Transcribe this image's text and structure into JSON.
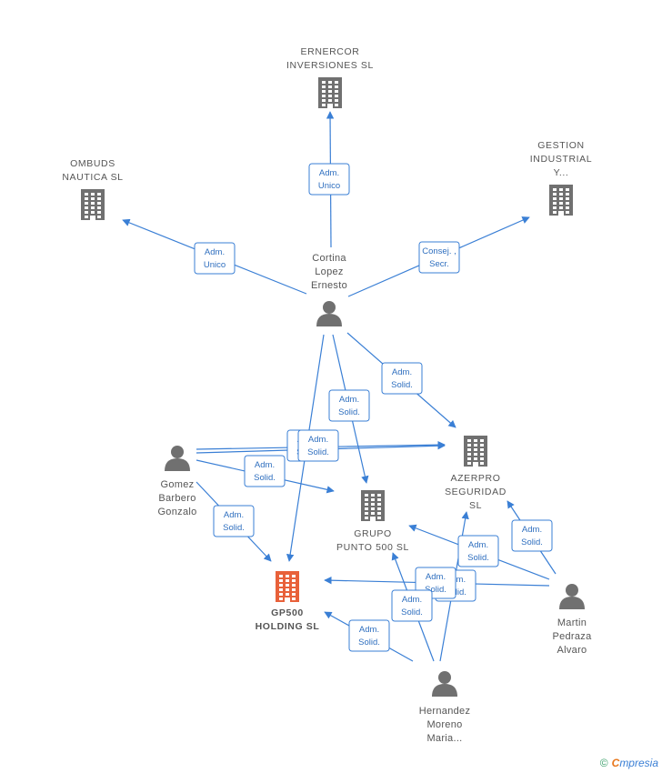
{
  "colors": {
    "edge": "#3a7fd5",
    "company": "#707070",
    "person": "#707070",
    "focus": "#e8613a"
  },
  "nodes": [
    {
      "id": "ernercor",
      "kind": "company",
      "lines": [
        "ERNERCOR",
        "INVERSIONES SL"
      ]
    },
    {
      "id": "ombuds",
      "kind": "company",
      "lines": [
        "OMBUDS",
        "NAUTICA SL"
      ]
    },
    {
      "id": "gestion",
      "kind": "company",
      "lines": [
        "GESTION",
        "INDUSTRIAL",
        "Y..."
      ]
    },
    {
      "id": "cortina",
      "kind": "person",
      "lines": [
        "Cortina",
        "Lopez",
        "Ernesto"
      ]
    },
    {
      "id": "azerpro",
      "kind": "company",
      "lines": [
        "AZERPRO",
        "SEGURIDAD",
        "SL"
      ]
    },
    {
      "id": "gomez",
      "kind": "person",
      "lines": [
        "Gomez",
        "Barbero",
        "Gonzalo"
      ]
    },
    {
      "id": "grupo",
      "kind": "company",
      "lines": [
        "GRUPO",
        "PUNTO 500  SL"
      ]
    },
    {
      "id": "gp500",
      "kind": "focus",
      "lines": [
        "GP500",
        "HOLDING  SL"
      ]
    },
    {
      "id": "martin",
      "kind": "person",
      "lines": [
        "Martin",
        "Pedraza",
        "Alvaro"
      ]
    },
    {
      "id": "hernandez",
      "kind": "person",
      "lines": [
        "Hernandez",
        "Moreno",
        "Maria..."
      ]
    }
  ],
  "edges": [
    {
      "from": "cortina",
      "to": "ernercor",
      "label": [
        "Adm.",
        "Unico"
      ]
    },
    {
      "from": "cortina",
      "to": "ombuds",
      "label": [
        "Adm.",
        "Unico"
      ]
    },
    {
      "from": "cortina",
      "to": "gestion",
      "label": [
        "Consej. ,",
        "Secr."
      ]
    },
    {
      "from": "cortina",
      "to": "azerpro",
      "label": [
        "Adm.",
        "Solid."
      ]
    },
    {
      "from": "cortina",
      "to": "grupo",
      "label": [
        "Adm.",
        "Solid."
      ]
    },
    {
      "from": "cortina",
      "to": "gp500",
      "label": []
    },
    {
      "from": "gomez",
      "to": "azerpro",
      "label": [
        "Adm.",
        "Solid."
      ]
    },
    {
      "from": "gomez",
      "to": "azerpro",
      "label": [
        "Adm.",
        "Solid."
      ]
    },
    {
      "from": "gomez",
      "to": "grupo",
      "label": [
        "Adm.",
        "Solid."
      ]
    },
    {
      "from": "gomez",
      "to": "gp500",
      "label": [
        "Adm.",
        "Solid."
      ]
    },
    {
      "from": "martin",
      "to": "azerpro",
      "label": [
        "Adm.",
        "Solid."
      ]
    },
    {
      "from": "martin",
      "to": "grupo",
      "label": [
        "Adm.",
        "Solid."
      ]
    },
    {
      "from": "martin",
      "to": "gp500",
      "label": [
        "Adm.",
        "Solid."
      ]
    },
    {
      "from": "hernandez",
      "to": "azerpro",
      "label": [
        "Adm.",
        "Solid."
      ]
    },
    {
      "from": "hernandez",
      "to": "grupo",
      "label": [
        "Adm.",
        "Solid."
      ]
    },
    {
      "from": "hernandez",
      "to": "gp500",
      "label": [
        "Adm.",
        "Solid."
      ]
    }
  ],
  "footer": {
    "copyright": "©",
    "brand_initial": "C",
    "brand_rest": "mpresia"
  }
}
